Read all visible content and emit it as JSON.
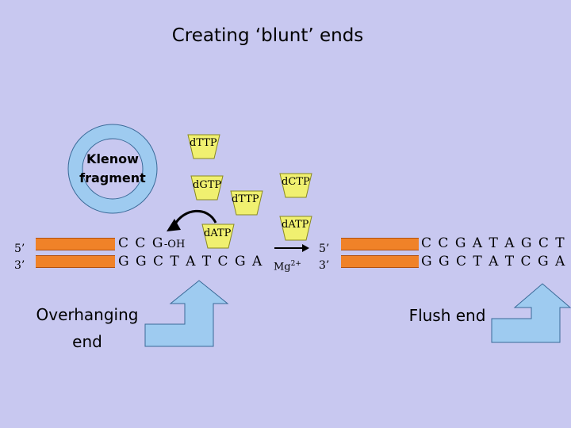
{
  "title": "Creating ‘blunt’ ends",
  "klenow": {
    "line1": "Klenow",
    "line2": "fragment"
  },
  "nucleotides": [
    "dTTP",
    "dGTP",
    "dTTP",
    "dATP",
    "dCTP",
    "dATP"
  ],
  "left": {
    "end5": "5’",
    "end3": "3’",
    "top_seq": "C C G",
    "oh": "-OH",
    "bottom_seq": "G G C T A T C G A",
    "caption_line1": "Overhanging",
    "caption_line2": "end"
  },
  "mg": {
    "base": "Mg",
    "sup": "2+"
  },
  "right": {
    "end5": "5’",
    "end3": "3’",
    "top_seq": "C C G A T A G C T",
    "bottom_seq": "G G C T A T C G A",
    "caption": "Flush end"
  },
  "colors": {
    "background": "#c8c8f0",
    "strand": "#f08228",
    "nucleotide": "#f0f070",
    "klenow": "#9ecbf0",
    "arrow_box": "#9ecbf0"
  }
}
